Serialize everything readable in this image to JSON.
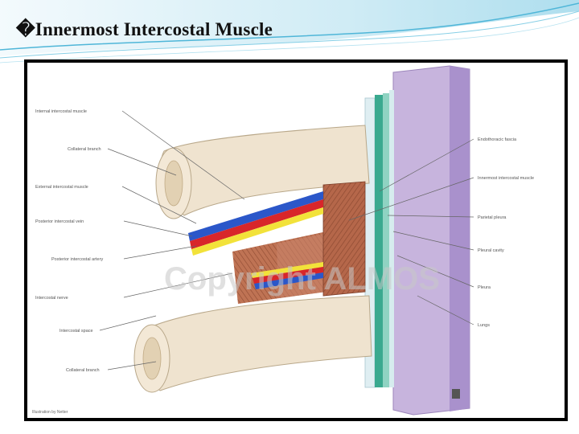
{
  "slide": {
    "title_glyph": "�",
    "title": "Innermost Intercostal Muscle"
  },
  "figure": {
    "labels_left": [
      "Internal intercostal muscle",
      "Collateral branch",
      "External intercostal muscle",
      "Posterior intercostal vein",
      "Posterior intercostal artery",
      "Intercostal nerve",
      "Intercostal space",
      "Collateral branch"
    ],
    "labels_right": [
      "Endothoracic fascia",
      "Innermost intercostal muscle",
      "Parietal pleura",
      "Pleural cavity",
      "Pleura",
      "Lungs"
    ],
    "watermark": "Copyright ALMOS",
    "credit": "Illustration by Netter",
    "colors": {
      "vein": "#2b57c9",
      "artery": "#d8262a",
      "nerve": "#f2e23a",
      "muscle": "#b5674a",
      "rib": "#efe3cf",
      "pleura": "#c7b4dd",
      "fascia": "#3aa98f"
    }
  }
}
